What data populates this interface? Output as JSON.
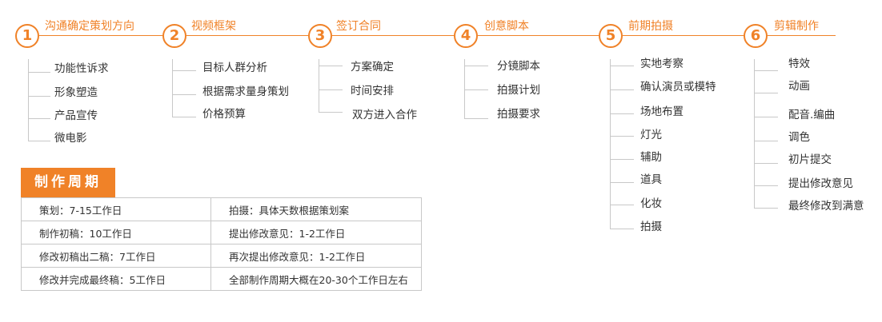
{
  "steps": [
    {
      "number": "1",
      "title": "沟通确定策划方向",
      "items": [
        "功能性诉求",
        "形象塑造",
        "产品宣传",
        "微电影"
      ]
    },
    {
      "number": "2",
      "title": "视频框架",
      "items": [
        "目标人群分析",
        "根据需求量身策划",
        "价格预算"
      ]
    },
    {
      "number": "3",
      "title": "签订合同",
      "items": [
        "方案确定",
        "时间安排",
        "双方进入合作"
      ]
    },
    {
      "number": "4",
      "title": "创意脚本",
      "items": [
        "分镜脚本",
        "拍摄计划",
        "拍摄要求"
      ]
    },
    {
      "number": "5",
      "title": "前期拍摄",
      "items": [
        "实地考察",
        "确认演员或模特",
        "场地布置",
        "灯光",
        "辅助",
        "道具",
        "化妆",
        "拍摄"
      ]
    },
    {
      "number": "6",
      "title": "剪辑制作",
      "items": [
        "特效",
        "动画",
        "配音.编曲",
        "调色",
        "初片提交",
        "提出修改意见",
        "最终修改到满意"
      ]
    }
  ],
  "cycle": {
    "title": "制作周期",
    "rows": [
      [
        "策划：7-15工作日",
        "拍摄：具体天数根据策划案"
      ],
      [
        "制作初稿：10工作日",
        "提出修改意见：1-2工作日"
      ],
      [
        "修改初稿出二稿：7工作日",
        "再次提出修改意见：1-2工作日"
      ],
      [
        "修改并完成最终稿：5工作日",
        "全部制作周期大概在20-30个工作日左右"
      ]
    ]
  }
}
